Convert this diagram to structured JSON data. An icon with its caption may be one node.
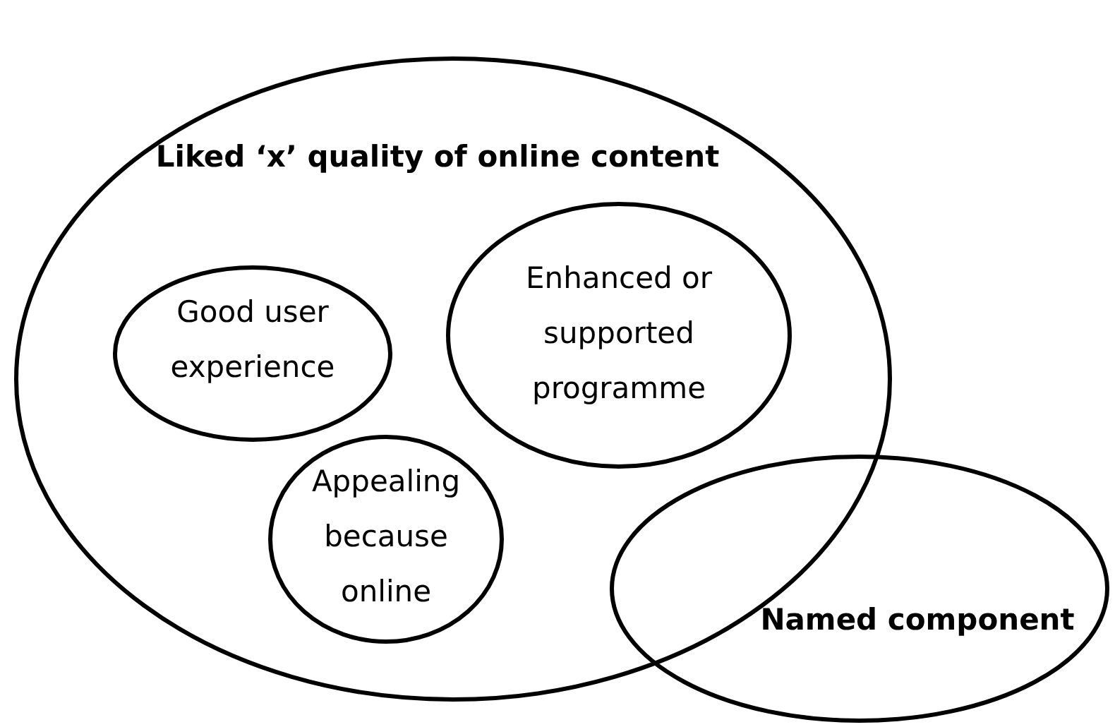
{
  "diagram": {
    "nodes": [
      {
        "text": [
          "Liked ‘x’ quality of online content"
        ]
      },
      {
        "text": [
          "Good user experience"
        ],
        "in": 0
      },
      {
        "text": [
          "Enhanced or supported programme"
        ],
        "in": 0
      },
      {
        "text": [
          "Appealing because online"
        ],
        "in": 0
      },
      {
        "text": [
          "Named component"
        ]
      }
    ]
  }
}
